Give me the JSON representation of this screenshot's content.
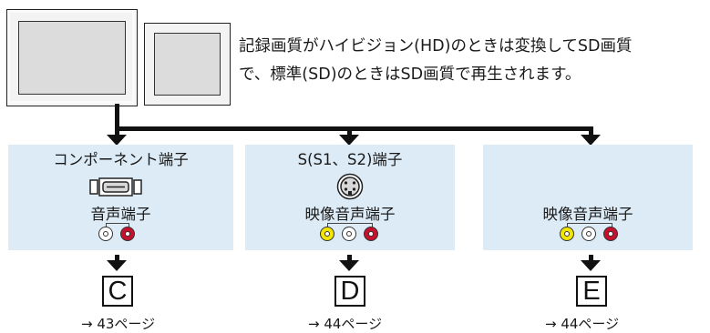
{
  "description": {
    "line1": "記録画質がハイビジョン(HD)のときは変換してSD画質",
    "line2": "で、標準(SD)のときはSD画質で再生されます。"
  },
  "columns": [
    {
      "connector_label": "コンポーネント端子",
      "audio_label": "音声端子",
      "target_letter": "C",
      "page_ref": "→ 43ページ"
    },
    {
      "connector_label": "S(S1、S2)端子",
      "audio_label": "映像音声端子",
      "target_letter": "D",
      "page_ref": "→ 44ページ"
    },
    {
      "audio_label": "映像音声端子",
      "target_letter": "E",
      "page_ref": "→ 44ページ"
    }
  ],
  "colors": {
    "panel": "#dcebf6",
    "jack_red": "#c5112e",
    "jack_yellow": "#f2e600",
    "jack_white": "#ffffff",
    "arrow": "#111111"
  },
  "icons": [
    "widescreen-tv-icon",
    "standard-tv-icon",
    "component-connector-icon",
    "s-video-connector-icon",
    "rca-jack-icon",
    "down-arrow-icon"
  ]
}
